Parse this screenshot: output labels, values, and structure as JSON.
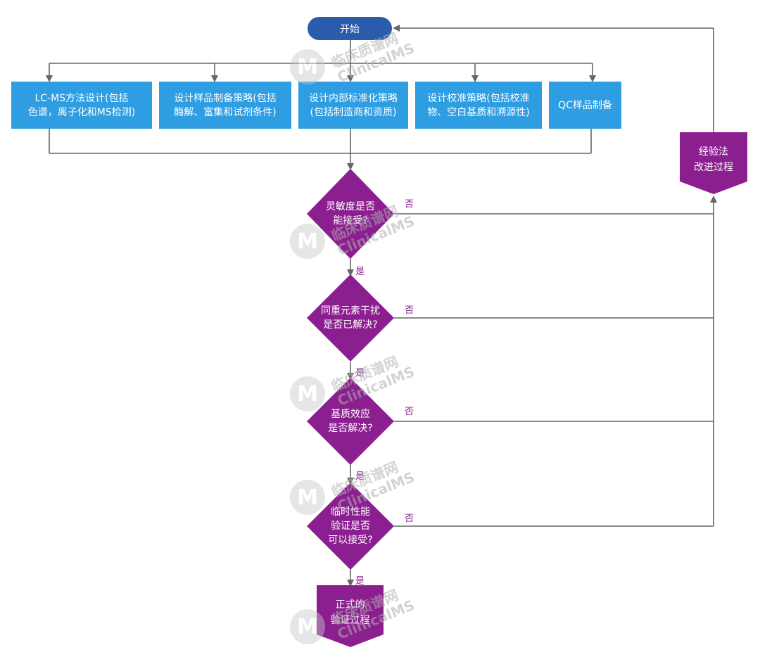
{
  "colors": {
    "start": "#2a5cab",
    "process": "#2e9de2",
    "decision": "#8b1f8f",
    "connector": "#666666",
    "branch_text": "#8b1f8f"
  },
  "start": {
    "label": "开始"
  },
  "process_steps": [
    {
      "label": "LC-MS方法设计(包括\n色谱，离子化和MS检测)"
    },
    {
      "label": "设计样品制备策略(包括\n酶解、富集和试剂条件)"
    },
    {
      "label": "设计内部标准化策略\n(包括制造商和资质)"
    },
    {
      "label": "设计校准策略(包括校准\n物、空白基质和溯源性)"
    },
    {
      "label": "QC样品制备"
    }
  ],
  "decisions": [
    {
      "label": "灵敏度是否\n能接受?",
      "no": "否",
      "yes": "是"
    },
    {
      "label": "同重元素干扰\n是否已解决?",
      "no": "否",
      "yes": "是"
    },
    {
      "label": "基质效应\n是否解决?",
      "no": "否",
      "yes": "是"
    },
    {
      "label": "临时性能\n验证是否\n可以接受?",
      "no": "否",
      "yes": "是"
    }
  ],
  "improve": {
    "label": "经验法\n改进过程"
  },
  "final": {
    "label": "正式的\n验证过程"
  },
  "watermark": {
    "title": "临床质谱网",
    "subtitle": "ClinicalMS",
    "logo_letter": "M"
  }
}
